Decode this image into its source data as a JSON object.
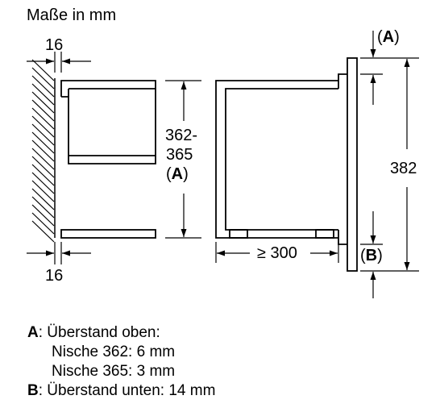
{
  "title": "Maße in mm",
  "dimensions": {
    "wall_offset_top": "16",
    "wall_offset_bottom": "16",
    "niche_height_line1": "362-",
    "niche_height_line2": "365",
    "niche_height_key_open": "(",
    "niche_height_key": "A",
    "niche_height_key_close": ")",
    "total_height": "382",
    "depth": "≥ 300",
    "marker_a": "A",
    "marker_b": "B"
  },
  "legend": {
    "a_key": "A",
    "a_text": ": Überstand oben:",
    "a_line2": "Nische 362: 6 mm",
    "a_line3": "Nische 365: 3 mm",
    "b_key": "B",
    "b_text": ": Überstand unten: 14 mm"
  }
}
